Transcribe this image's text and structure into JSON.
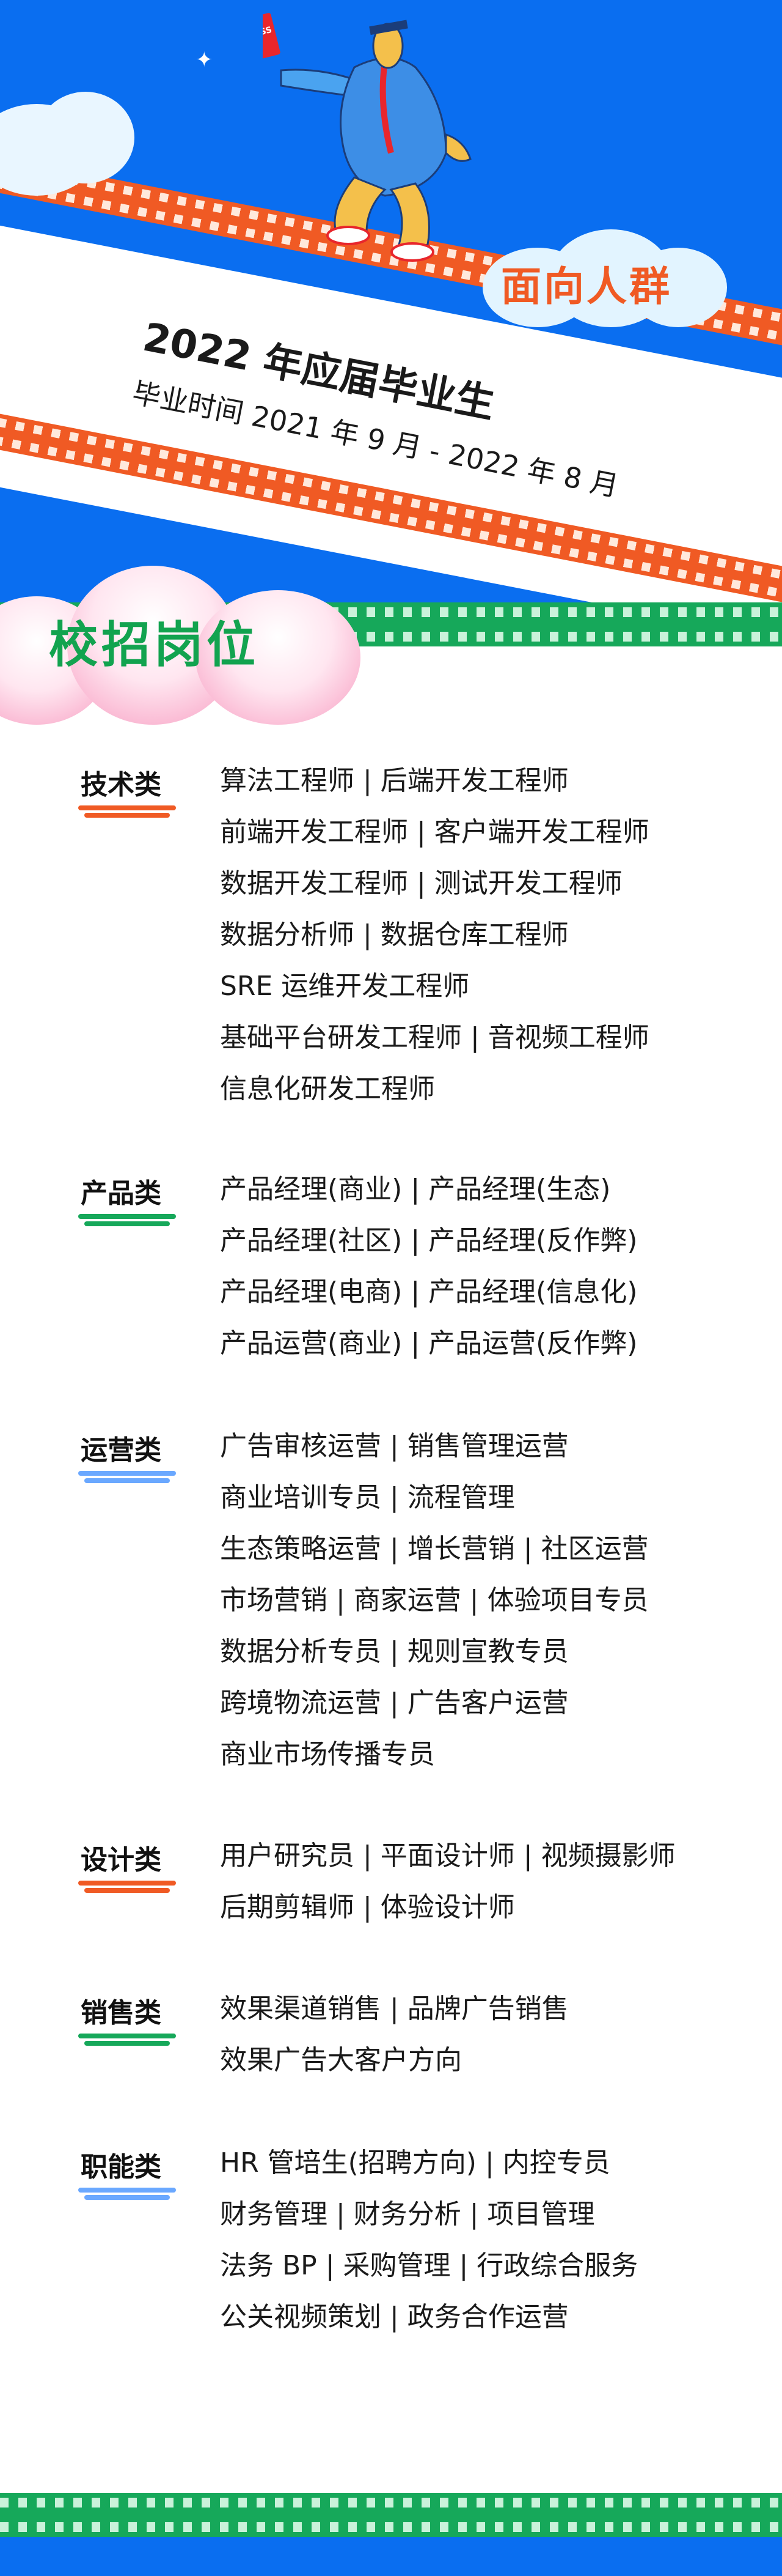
{
  "hero": {
    "audience_label": "面向人群",
    "title": "2022 年应届毕业生",
    "subtitle": "毕业时间 2021 年 9 月 - 2022 年 8 月",
    "flag_text": "PASS"
  },
  "section": {
    "title": "校招岗位"
  },
  "categories": [
    {
      "label": "技术类",
      "accent": "#f05a24",
      "jobs": [
        "算法工程师 | 后端开发工程师",
        "前端开发工程师 | 客户端开发工程师",
        "数据开发工程师 | 测试开发工程师",
        "数据分析师 | 数据仓库工程师",
        "SRE 运维开发工程师",
        "基础平台研发工程师 | 音视频工程师",
        "信息化研发工程师"
      ]
    },
    {
      "label": "产品类",
      "accent": "#16a85a",
      "jobs": [
        "产品经理(商业) | 产品经理(生态)",
        "产品经理(社区) | 产品经理(反作弊)",
        "产品经理(电商) | 产品经理(信息化)",
        "产品运营(商业) | 产品运营(反作弊)"
      ]
    },
    {
      "label": "运营类",
      "accent": "#6aa8ff",
      "jobs": [
        "广告审核运营 | 销售管理运营",
        "商业培训专员 | 流程管理",
        "生态策略运营 | 增长营销 | 社区运营",
        "市场营销 | 商家运营 | 体验项目专员",
        "数据分析专员 | 规则宣教专员",
        "跨境物流运营 | 广告客户运营",
        "商业市场传播专员"
      ]
    },
    {
      "label": "设计类",
      "accent": "#f05a24",
      "jobs": [
        "用户研究员 | 平面设计师 | 视频摄影师",
        "后期剪辑师 | 体验设计师"
      ]
    },
    {
      "label": "销售类",
      "accent": "#16a85a",
      "jobs": [
        "效果渠道销售 | 品牌广告销售",
        "效果广告大客户方向"
      ]
    },
    {
      "label": "职能类",
      "accent": "#6aa8ff",
      "jobs": [
        "HR 管培生(招聘方向) | 内控专员",
        "财务管理 | 财务分析 | 项目管理",
        "法务 BP | 采购管理 | 行政综合服务",
        "公关视频策划 | 政务合作运营"
      ]
    }
  ],
  "colors": {
    "hero_blue": "#0a6ef0",
    "film_orange": "#f05a24",
    "band_green": "#16a85a",
    "title_green": "#12a34f",
    "cloud_pink": "#f79bc0"
  }
}
